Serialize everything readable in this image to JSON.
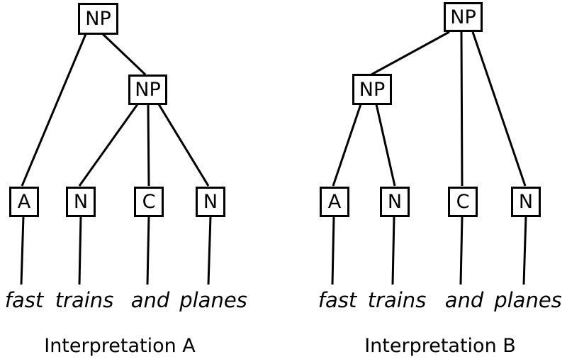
{
  "colors": {
    "line": "#000000",
    "background": "#ffffff",
    "text": "#000000"
  },
  "tree_a": {
    "caption": "Interpretation A",
    "root_label": "NP",
    "inner_label": "NP",
    "leaves": [
      "A",
      "N",
      "C",
      "N"
    ],
    "words": [
      "fast",
      "trains",
      "and",
      "planes"
    ]
  },
  "tree_b": {
    "caption": "Interpretation B",
    "root_label": "NP",
    "inner_label": "NP",
    "leaves": [
      "A",
      "N",
      "C",
      "N"
    ],
    "words": [
      "fast",
      "trains",
      "and",
      "planes"
    ]
  }
}
